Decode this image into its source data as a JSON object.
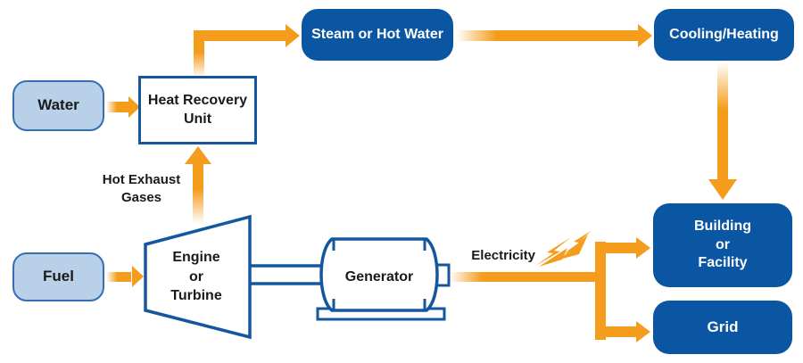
{
  "diagram": {
    "type": "process-flow",
    "subject": "Combined heat and power (CHP) system flow diagram",
    "colors": {
      "node_dark_blue": "#0B56A2",
      "node_light_blue_fill": "#B8D1E8",
      "node_light_blue_border": "#3470B1",
      "machine_outline_blue": "#15579E",
      "arrow_orange": "#F49D1D",
      "label_text": "#1a1a1a",
      "node_text_white": "#ffffff"
    },
    "nodes": {
      "water": {
        "label": "Water"
      },
      "fuel": {
        "label": "Fuel"
      },
      "heat_recovery_unit": {
        "label": "Heat Recovery\nUnit"
      },
      "steam_or_hot_water": {
        "label": "Steam or Hot Water"
      },
      "cooling_heating": {
        "label": "Cooling/Heating"
      },
      "building_or_facility": {
        "label": "Building\nor\nFacility"
      },
      "grid": {
        "label": "Grid"
      },
      "engine_or_turbine": {
        "label": "Engine\nor\nTurbine"
      },
      "generator": {
        "label": "Generator"
      }
    },
    "flow_labels": {
      "hot_exhaust_gases": "Hot Exhaust\nGases",
      "electricity": "Electricity"
    },
    "flows": [
      "Water -> Heat Recovery Unit",
      "Fuel -> Engine or Turbine",
      "Engine or Turbine -> (Hot Exhaust Gases) -> Heat Recovery Unit",
      "Heat Recovery Unit -> Steam or Hot Water",
      "Steam or Hot Water -> Cooling/Heating",
      "Cooling/Heating -> Building or Facility",
      "Generator -> (Electricity) -> Building or Facility",
      "Generator -> (Electricity) -> Grid"
    ]
  }
}
